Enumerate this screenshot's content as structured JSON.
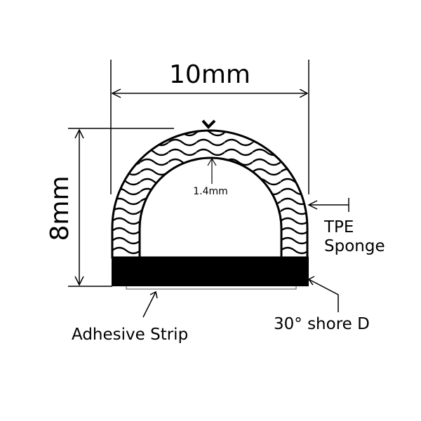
{
  "dimensions": {
    "width_label": "10mm",
    "height_label": "8mm",
    "wall_label": "1.4mm"
  },
  "callouts": {
    "material_line1": "TPE",
    "material_line2": "Sponge",
    "base_material": "30° shore D",
    "adhesive": "Adhesive Strip"
  },
  "colors": {
    "ink": "#000000",
    "background": "#ffffff"
  }
}
